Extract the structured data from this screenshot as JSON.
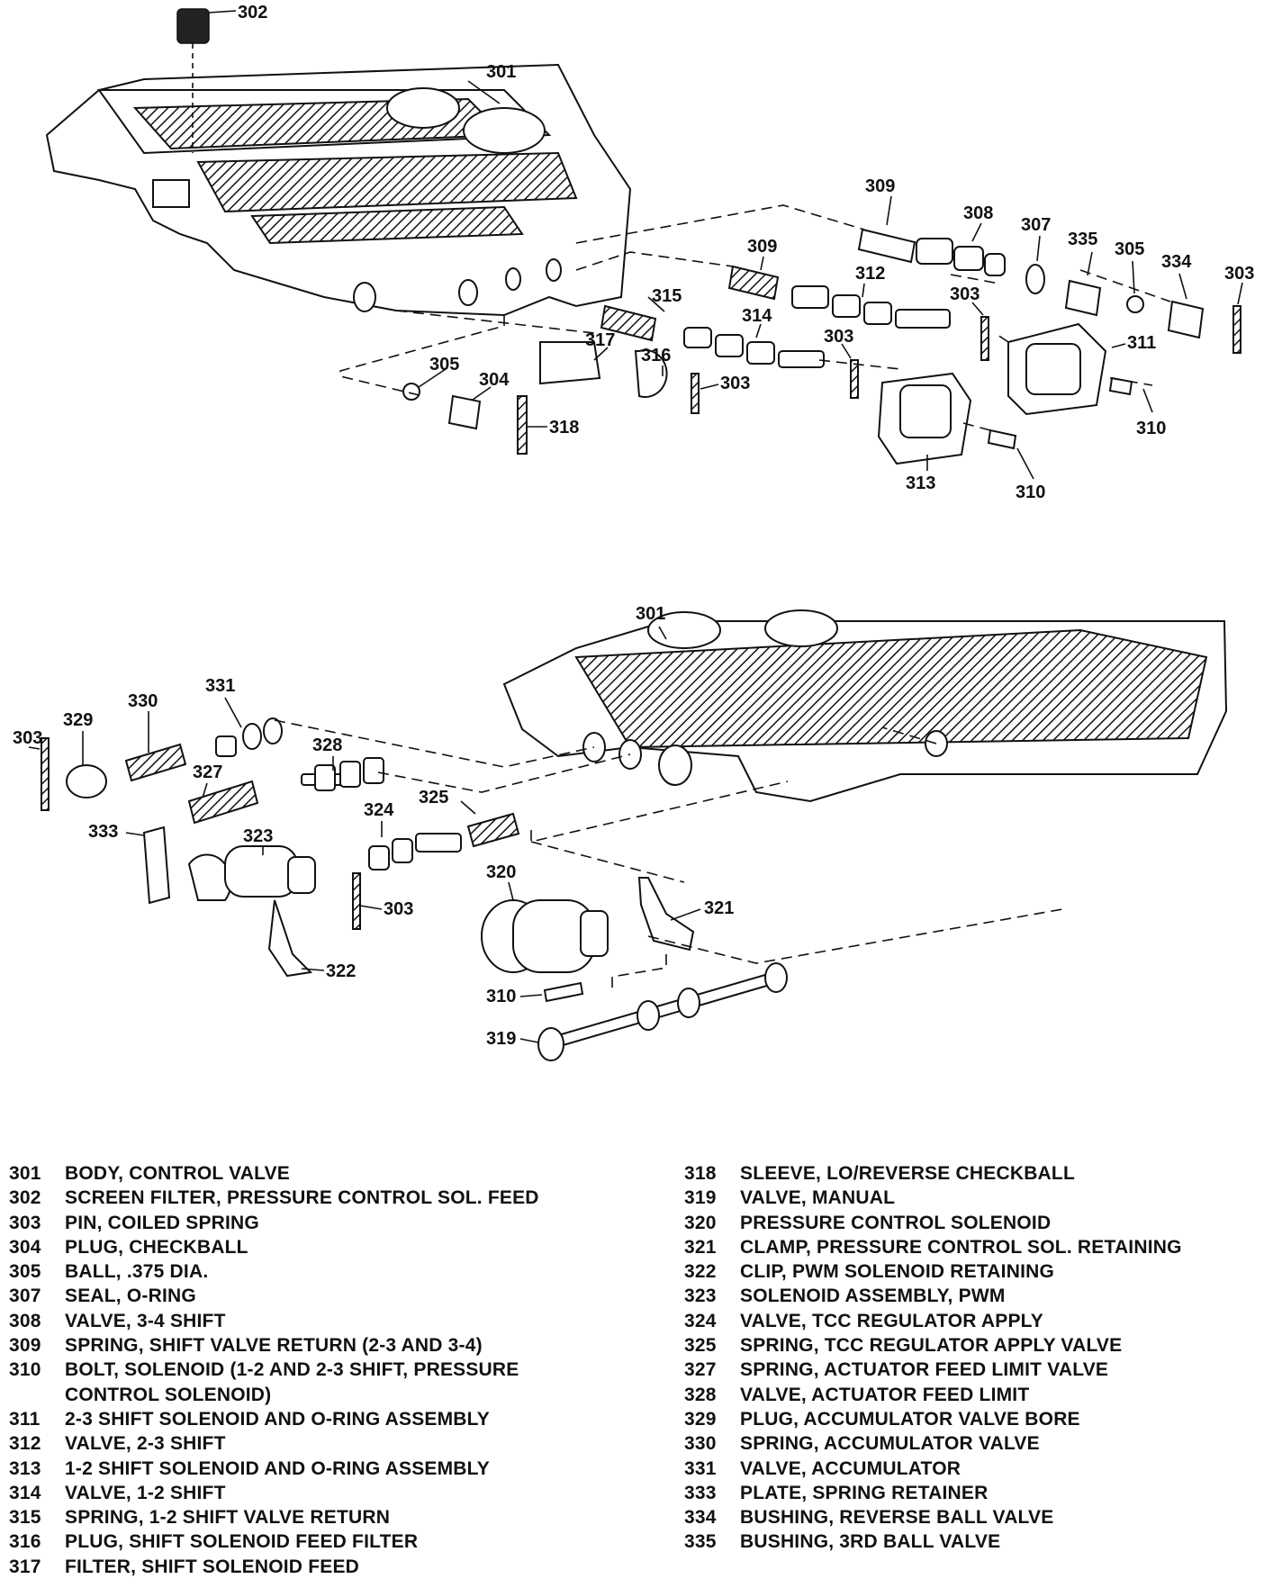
{
  "top_callouts": [
    {
      "id": "c-302",
      "label": "302"
    },
    {
      "id": "c-301a",
      "label": "301"
    },
    {
      "id": "c-309a",
      "label": "309"
    },
    {
      "id": "c-308",
      "label": "308"
    },
    {
      "id": "c-307",
      "label": "307"
    },
    {
      "id": "c-335",
      "label": "335"
    },
    {
      "id": "c-305a",
      "label": "305"
    },
    {
      "id": "c-334",
      "label": "334"
    },
    {
      "id": "c-303a",
      "label": "303"
    },
    {
      "id": "c-309b",
      "label": "309"
    },
    {
      "id": "c-312",
      "label": "312"
    },
    {
      "id": "c-303b",
      "label": "303"
    },
    {
      "id": "c-315",
      "label": "315"
    },
    {
      "id": "c-314",
      "label": "314"
    },
    {
      "id": "c-303c",
      "label": "303"
    },
    {
      "id": "c-311",
      "label": "311"
    },
    {
      "id": "c-317",
      "label": "317"
    },
    {
      "id": "c-316",
      "label": "316"
    },
    {
      "id": "c-303d",
      "label": "303"
    },
    {
      "id": "c-305b",
      "label": "305"
    },
    {
      "id": "c-304",
      "label": "304"
    },
    {
      "id": "c-318",
      "label": "318"
    },
    {
      "id": "c-310a",
      "label": "310"
    },
    {
      "id": "c-313",
      "label": "313"
    },
    {
      "id": "c-310b",
      "label": "310"
    }
  ],
  "bottom_callouts": [
    {
      "id": "c-301b",
      "label": "301"
    },
    {
      "id": "c-331",
      "label": "331"
    },
    {
      "id": "c-330",
      "label": "330"
    },
    {
      "id": "c-329",
      "label": "329"
    },
    {
      "id": "c-303e",
      "label": "303"
    },
    {
      "id": "c-328",
      "label": "328"
    },
    {
      "id": "c-327",
      "label": "327"
    },
    {
      "id": "c-333",
      "label": "333"
    },
    {
      "id": "c-324",
      "label": "324"
    },
    {
      "id": "c-325",
      "label": "325"
    },
    {
      "id": "c-323",
      "label": "323"
    },
    {
      "id": "c-320",
      "label": "320"
    },
    {
      "id": "c-321",
      "label": "321"
    },
    {
      "id": "c-303f",
      "label": "303"
    },
    {
      "id": "c-322",
      "label": "322"
    },
    {
      "id": "c-310c",
      "label": "310"
    },
    {
      "id": "c-319",
      "label": "319"
    }
  ],
  "legend_left": [
    {
      "num": "301",
      "text": "BODY, CONTROL VALVE"
    },
    {
      "num": "302",
      "text": "SCREEN FILTER, PRESSURE CONTROL SOL. FEED"
    },
    {
      "num": "303",
      "text": "PIN, COILED SPRING"
    },
    {
      "num": "304",
      "text": "PLUG, CHECKBALL"
    },
    {
      "num": "305",
      "text": "BALL, .375 DIA."
    },
    {
      "num": "307",
      "text": "SEAL, O-RING"
    },
    {
      "num": "308",
      "text": "VALVE, 3-4 SHIFT"
    },
    {
      "num": "309",
      "text": "SPRING, SHIFT VALVE RETURN (2-3 AND 3-4)"
    },
    {
      "num": "310",
      "text": "BOLT, SOLENOID (1-2 AND 2-3 SHIFT, PRESSURE\nCONTROL SOLENOID)"
    },
    {
      "num": "311",
      "text": "2-3 SHIFT SOLENOID AND O-RING ASSEMBLY"
    },
    {
      "num": "312",
      "text": "VALVE, 2-3 SHIFT"
    },
    {
      "num": "313",
      "text": "1-2 SHIFT SOLENOID AND O-RING ASSEMBLY"
    },
    {
      "num": "314",
      "text": "VALVE, 1-2 SHIFT"
    },
    {
      "num": "315",
      "text": "SPRING, 1-2 SHIFT VALVE RETURN"
    },
    {
      "num": "316",
      "text": "PLUG, SHIFT SOLENOID FEED FILTER"
    },
    {
      "num": "317",
      "text": "FILTER, SHIFT SOLENOID FEED"
    }
  ],
  "legend_right": [
    {
      "num": "318",
      "text": "SLEEVE, LO/REVERSE CHECKBALL"
    },
    {
      "num": "319",
      "text": "VALVE, MANUAL"
    },
    {
      "num": "320",
      "text": "PRESSURE CONTROL SOLENOID"
    },
    {
      "num": "321",
      "text": "CLAMP, PRESSURE CONTROL SOL. RETAINING"
    },
    {
      "num": "322",
      "text": "CLIP, PWM SOLENOID RETAINING"
    },
    {
      "num": "323",
      "text": "SOLENOID ASSEMBLY, PWM"
    },
    {
      "num": "324",
      "text": "VALVE, TCC REGULATOR APPLY"
    },
    {
      "num": "325",
      "text": "SPRING, TCC REGULATOR APPLY VALVE"
    },
    {
      "num": "327",
      "text": "SPRING, ACTUATOR FEED LIMIT VALVE"
    },
    {
      "num": "328",
      "text": "VALVE, ACTUATOR FEED LIMIT"
    },
    {
      "num": "329",
      "text": "PLUG, ACCUMULATOR VALVE BORE"
    },
    {
      "num": "330",
      "text": "SPRING, ACCUMULATOR VALVE"
    },
    {
      "num": "331",
      "text": "VALVE, ACCUMULATOR"
    },
    {
      "num": "333",
      "text": "PLATE, SPRING RETAINER"
    },
    {
      "num": "334",
      "text": "BUSHING, REVERSE BALL VALVE"
    },
    {
      "num": "335",
      "text": "BUSHING, 3RD BALL VALVE"
    }
  ]
}
